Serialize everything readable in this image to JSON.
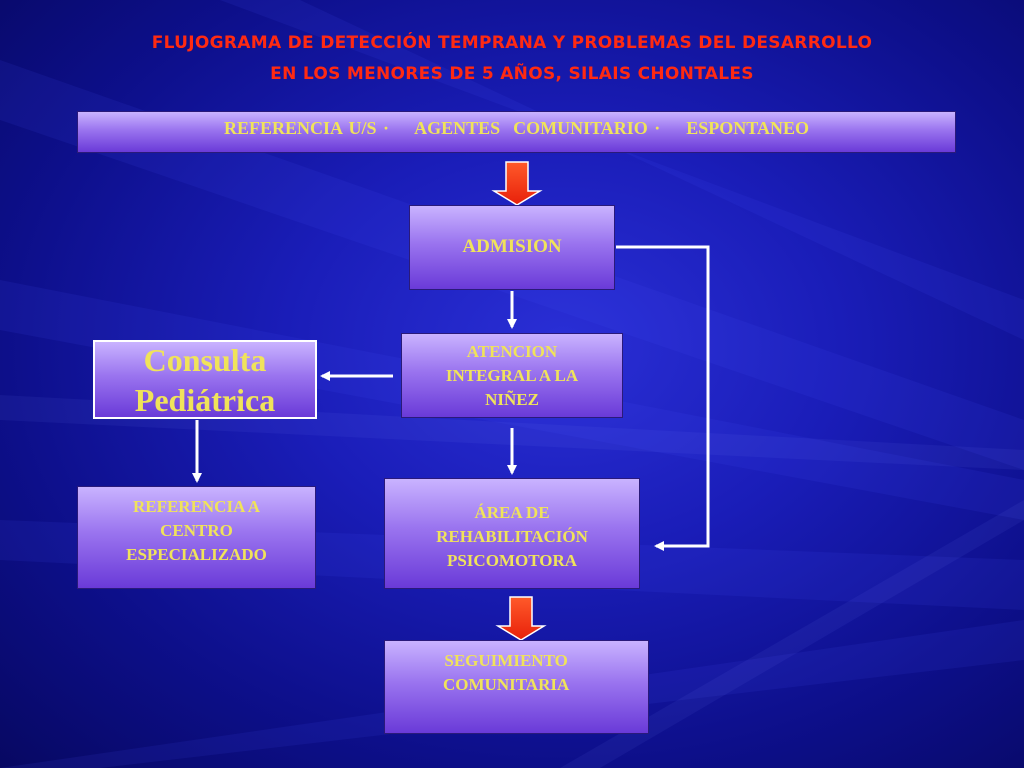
{
  "title": {
    "line1": "FLUJOGRAMA DE DETECCIÓN TEMPRANA Y PROBLEMAS DEL DESARROLLO",
    "line2": "EN LOS MENORES DE 5 AÑOS, SILAIS CHONTALES"
  },
  "nodes": {
    "sources": "REFERENCIA U/S ·    AGENTES  COMUNITARIO ·    ESPONTANEO",
    "admision": "ADMISION",
    "atencion": {
      "line1": "ATENCION",
      "line2": "INTEGRAL A LA",
      "line3": "NIÑEZ"
    },
    "consulta": {
      "line1": "Consulta",
      "line2": "Pediátrica"
    },
    "referencia": {
      "line1": "REFERENCIA A",
      "line2": "CENTRO",
      "line3": "ESPECIALIZADO"
    },
    "rehab": {
      "line1": "ÁREA DE",
      "line2": "REHABILITACIÓN",
      "line3": "PSICOMOTORA"
    },
    "seguimiento": {
      "line1": "SEGUIMIENTO",
      "line2": "COMUNITARIA"
    }
  },
  "colors": {
    "background": "#1a1db8",
    "title": "#ff2a12",
    "box_text": "#f0e35a",
    "big_arrow": "#ff3b1a",
    "connector": "#ffffff"
  }
}
